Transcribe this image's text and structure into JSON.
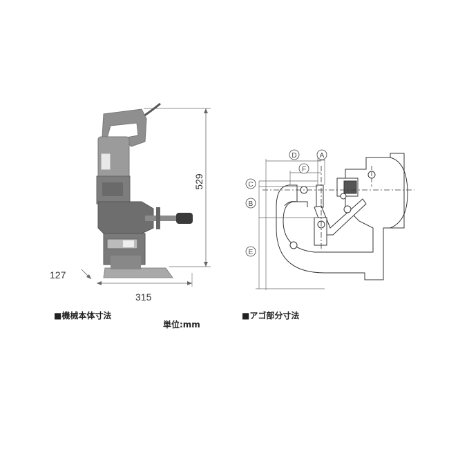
{
  "machine": {
    "width_label": "315",
    "height_label": "529",
    "depth_label": "127",
    "caption": "■機械本体寸法",
    "unit": "単位:mm"
  },
  "jaw": {
    "caption": "■アゴ部分寸法",
    "labels": {
      "a": "A",
      "b": "B",
      "c": "C",
      "d": "D",
      "e": "E",
      "f": "F"
    }
  }
}
